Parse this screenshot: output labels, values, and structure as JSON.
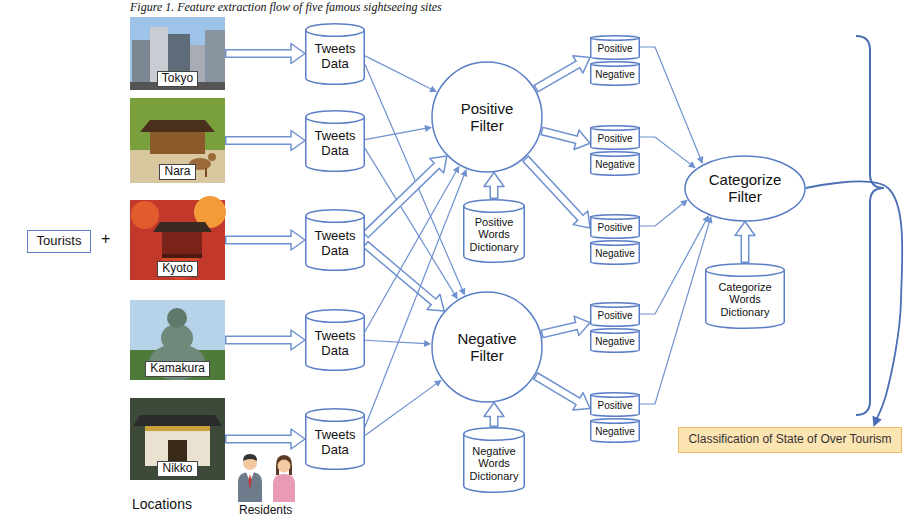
{
  "diagram": {
    "title": "Figure 1. Feature extraction flow of five famous sightseeing sites",
    "nodes": [
      {
        "text": [
          "Tourists"
        ]
      },
      {
        "text": [
          "Tokyo"
        ]
      },
      {
        "text": [
          "Nara"
        ]
      },
      {
        "text": [
          "Kyoto"
        ]
      },
      {
        "text": [
          "Kamakura"
        ]
      },
      {
        "text": [
          "Nikko"
        ]
      },
      {
        "text": [
          "Tweets Data"
        ]
      },
      {
        "text": [
          "Tweets Data"
        ]
      },
      {
        "text": [
          "Tweets Data"
        ]
      },
      {
        "text": [
          "Tweets Data"
        ]
      },
      {
        "text": [
          "Tweets Data"
        ]
      },
      {
        "text": [
          "Positive Filter"
        ]
      },
      {
        "text": [
          "Positive Words Dictionary"
        ]
      },
      {
        "text": [
          "Negative Filter"
        ]
      },
      {
        "text": [
          "Negative Words Dictionary"
        ]
      },
      {
        "text": [
          "Positive"
        ]
      },
      {
        "text": [
          "Negative"
        ]
      },
      {
        "text": [
          "Positive"
        ]
      },
      {
        "text": [
          "Negative"
        ]
      },
      {
        "text": [
          "Positive"
        ]
      },
      {
        "text": [
          "Negative"
        ]
      },
      {
        "text": [
          "Positive"
        ]
      },
      {
        "text": [
          "Negative"
        ]
      },
      {
        "text": [
          "Positive"
        ]
      },
      {
        "text": [
          "Negative"
        ]
      },
      {
        "text": [
          "Categorize Filter"
        ]
      },
      {
        "text": [
          "Categorize Words Dictionary"
        ]
      },
      {
        "text": [
          "Classification of State of Over Tourism"
        ]
      }
    ],
    "edges": [
      {
        "from": 1,
        "to": 6,
        "arrow": "to"
      },
      {
        "from": 2,
        "to": 7,
        "arrow": "to"
      },
      {
        "from": 3,
        "to": 8,
        "arrow": "to"
      },
      {
        "from": 4,
        "to": 9,
        "arrow": "to"
      },
      {
        "from": 5,
        "to": 10,
        "arrow": "to"
      },
      {
        "from": 6,
        "to": 11,
        "arrow": "to"
      },
      {
        "from": 6,
        "to": 13,
        "arrow": "to"
      },
      {
        "from": 7,
        "to": 11,
        "arrow": "to"
      },
      {
        "from": 7,
        "to": 13,
        "arrow": "to"
      },
      {
        "from": 8,
        "to": 11,
        "arrow": "to"
      },
      {
        "from": 8,
        "to": 13,
        "arrow": "to"
      },
      {
        "from": 9,
        "to": 11,
        "arrow": "to"
      },
      {
        "from": 9,
        "to": 13,
        "arrow": "to"
      },
      {
        "from": 10,
        "to": 11,
        "arrow": "to"
      },
      {
        "from": 10,
        "to": 13,
        "arrow": "to"
      },
      {
        "from": 12,
        "to": 11,
        "arrow": "to"
      },
      {
        "from": 14,
        "to": 13,
        "arrow": "to"
      },
      {
        "from": 11,
        "to": 15,
        "arrow": "to"
      },
      {
        "from": 11,
        "to": 17,
        "arrow": "to"
      },
      {
        "from": 11,
        "to": 19,
        "arrow": "to"
      },
      {
        "from": 13,
        "to": 21,
        "arrow": "to"
      },
      {
        "from": 13,
        "to": 23,
        "arrow": "to"
      },
      {
        "from": 15,
        "to": 25,
        "arrow": "to"
      },
      {
        "from": 17,
        "to": 25,
        "arrow": "to"
      },
      {
        "from": 19,
        "to": 25,
        "arrow": "to"
      },
      {
        "from": 21,
        "to": 25,
        "arrow": "to"
      },
      {
        "from": 23,
        "to": 25,
        "arrow": "to"
      },
      {
        "from": 26,
        "to": 25,
        "arrow": "to"
      },
      {
        "from": 25,
        "to": 27,
        "arrow": "to"
      }
    ],
    "labels": [
      "+",
      "Locations",
      "Residents"
    ]
  }
}
